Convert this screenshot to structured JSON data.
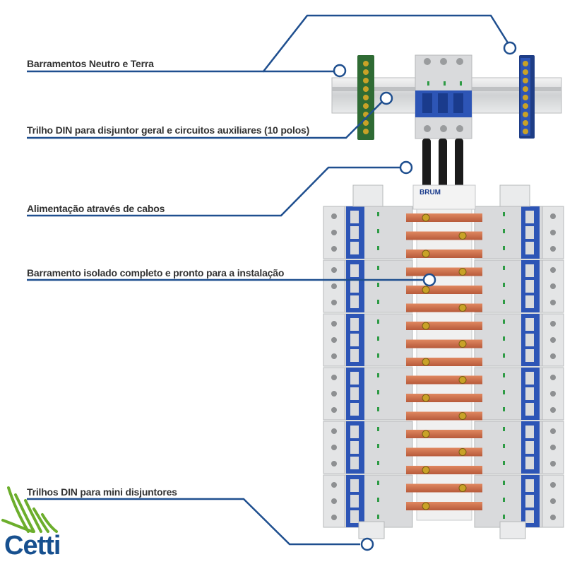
{
  "callouts": [
    {
      "id": "neutral-ground-bus",
      "text": "Barramentos Neutro e Terra"
    },
    {
      "id": "din-rail-main",
      "text": "Trilho DIN para disjuntor geral e circuitos auxiliares (10 polos)"
    },
    {
      "id": "cable-feed",
      "text": "Alimentação através de cabos"
    },
    {
      "id": "insulated-busbar",
      "text": "Barramento isolado completo e pronto para a instalação"
    },
    {
      "id": "din-rails-mini",
      "text": "Trilhos DIN para mini disjuntores"
    }
  ],
  "brand_label": "BRUM",
  "logo": {
    "text": "Cetti"
  },
  "colors": {
    "callout_line": "#1f4f8f",
    "breaker_blue": "#2d55b6",
    "breaker_gray": "#d9dadc",
    "copper": "#c86a48",
    "bus_green": "#2f6b34",
    "brass": "#c9a227",
    "logo_blue": "#17508f",
    "logo_green": "#6cae2c"
  }
}
